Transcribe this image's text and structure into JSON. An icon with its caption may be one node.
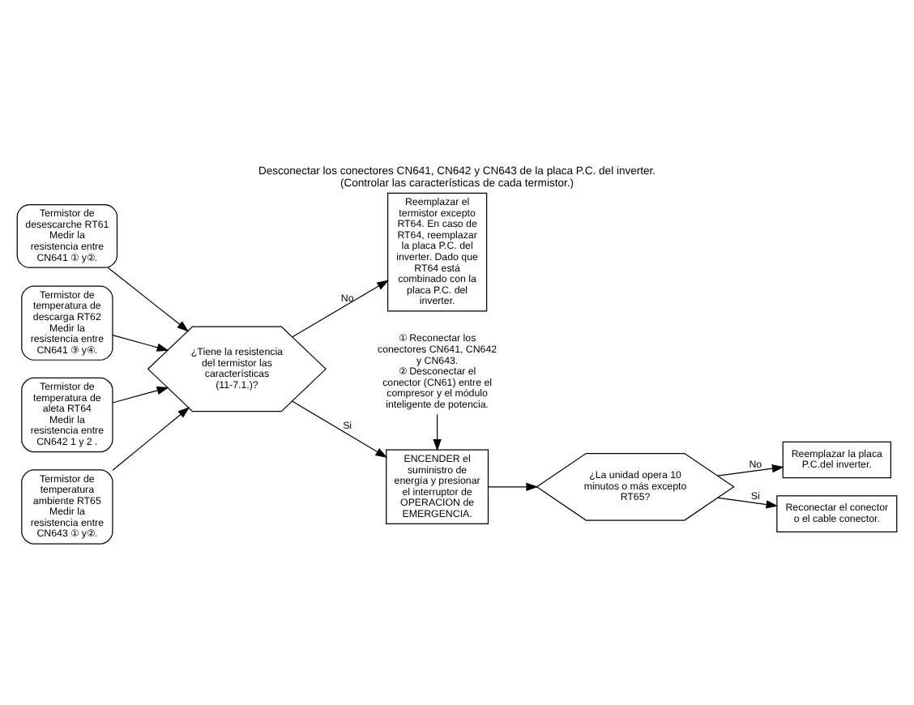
{
  "diagram": {
    "title": "Desconectar los conectores CN641, CN642 y CN643 de la placa P.C. del inverter. (Controlar las características de cada termistor.)",
    "nodes": [
      {
        "text": [
          "Termistor de desescarche RT61",
          "Medir la resistencia entre CN641 ① y②."
        ]
      },
      {
        "text": [
          "Termistor de temperatura de descarga RT62",
          "Medir la resistencia entre CN641 ③ y④."
        ]
      },
      {
        "text": [
          "Termistor de temperatura de aleta RT64",
          "Medir la resistencia entre CN642 1 y 2 ."
        ]
      },
      {
        "text": [
          "Termistor de temperatura ambiente RT65",
          "Medir la resistencia entre CN643 ① y②."
        ]
      },
      {
        "text": [
          "¿Tiene la resistencia del termistor las características (11-7.1.)?"
        ]
      },
      {
        "text": [
          "Reemplazar el termistor excepto RT64. En caso de RT64, reemplazar la placa P.C. del inverter. Dado que RT64 está combinado con la placa P.C. del inverter."
        ]
      },
      {
        "text": [
          "① Reconectar los conectores CN641, CN642 y CN643.",
          "② Desconectar el conector (CN61) entre el compresor y el módulo inteligente de potencia."
        ]
      },
      {
        "text": [
          "ENCENDER el suministro de energía y presionar el interruptor de OPERACION de EMERGENCIA."
        ]
      },
      {
        "text": [
          "¿La unidad opera 10 minutos o más excepto RT65?"
        ]
      },
      {
        "text": [
          "Reemplazar la placa P.C.del inverter."
        ]
      },
      {
        "text": [
          "Reconectar el conector o el cable conector."
        ]
      }
    ],
    "edges": [
      {
        "from": 0,
        "to": 4,
        "arrow": "to"
      },
      {
        "from": 1,
        "to": 4,
        "arrow": "to"
      },
      {
        "from": 2,
        "to": 4,
        "arrow": "to"
      },
      {
        "from": 3,
        "to": 4,
        "arrow": "to"
      },
      {
        "from": 4,
        "to": 5,
        "arrow": "to",
        "label": "No"
      },
      {
        "from": 4,
        "to": 7,
        "arrow": "to",
        "label": "Si"
      },
      {
        "from": 6,
        "to": 7,
        "arrow": "to"
      },
      {
        "from": 7,
        "to": 8,
        "arrow": "to"
      },
      {
        "from": 8,
        "to": 9,
        "arrow": "to",
        "label": "No"
      },
      {
        "from": 8,
        "to": 10,
        "arrow": "to",
        "label": "Si"
      }
    ]
  }
}
